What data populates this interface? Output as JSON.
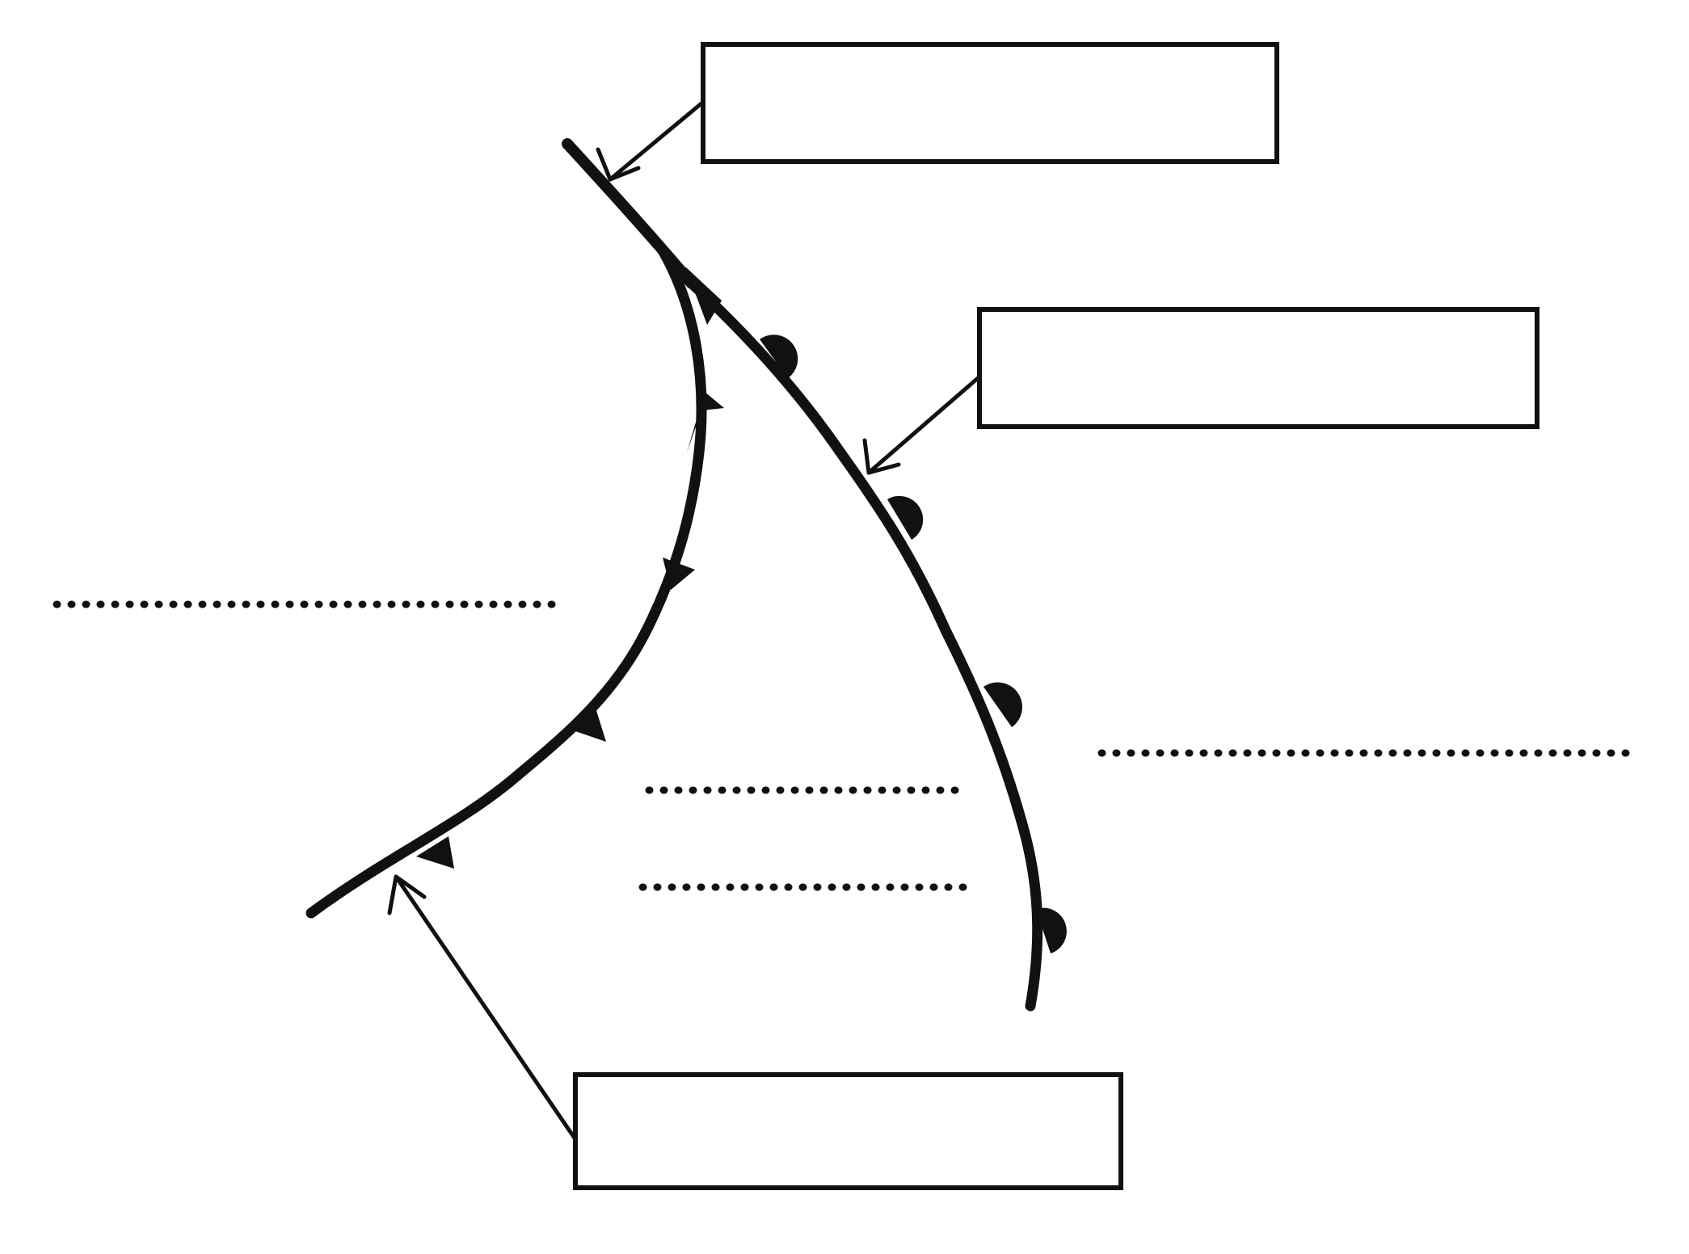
{
  "diagram": {
    "kind": "weather-front-occlusion-labelling",
    "colors": {
      "ink": "#111111",
      "paper": "#ffffff"
    },
    "label_boxes": [
      {
        "name": "label-box-top",
        "text": ""
      },
      {
        "name": "label-box-middle",
        "text": ""
      },
      {
        "name": "label-box-bottom",
        "text": ""
      }
    ],
    "answer_lines": [
      {
        "name": "answer-line-left",
        "text": ""
      },
      {
        "name": "answer-line-centre-upper",
        "text": ""
      },
      {
        "name": "answer-line-centre-lower",
        "text": ""
      },
      {
        "name": "answer-line-right",
        "text": ""
      }
    ],
    "icons": {
      "cold_front_symbol": "triangle-marker-icon",
      "warm_front_symbol": "semicircle-marker-icon"
    }
  }
}
